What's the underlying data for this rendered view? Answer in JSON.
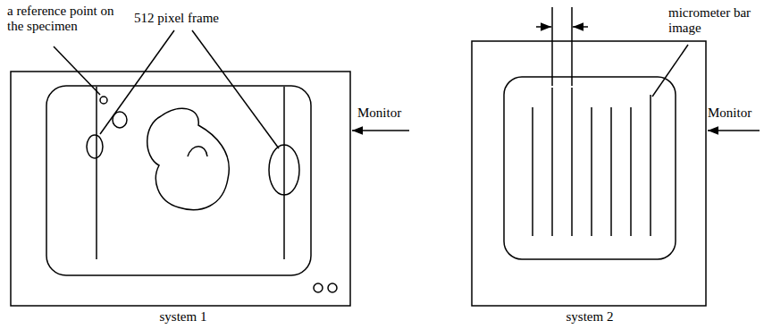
{
  "diagram": {
    "labels": [
      "a reference point on the specimen",
      "512 pixel frame",
      "Monitor",
      "system 1",
      "micrometer bar image",
      "Monitor",
      "system 2"
    ]
  }
}
